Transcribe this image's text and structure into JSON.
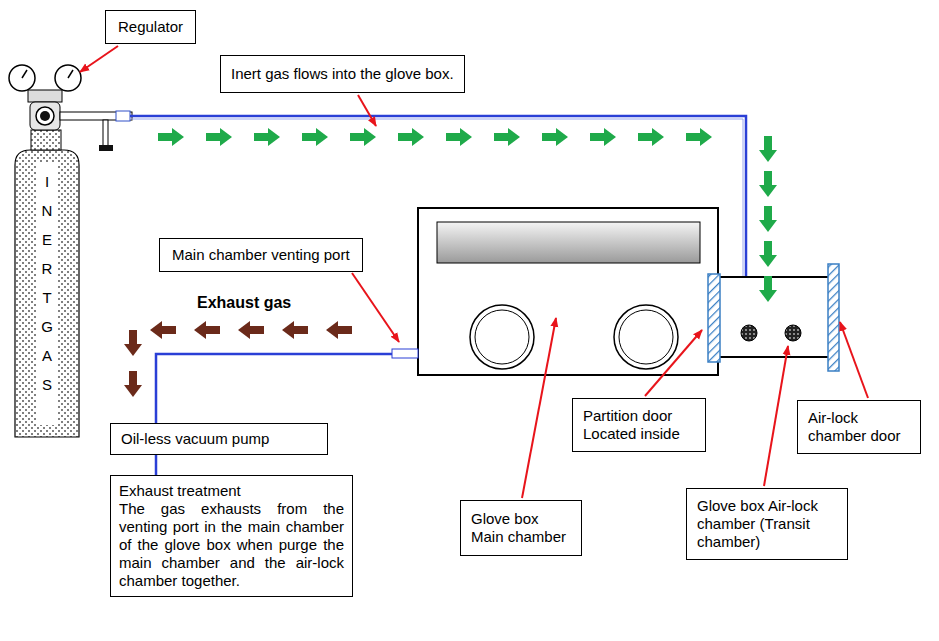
{
  "diagram": {
    "nodes": [
      {
        "text": [
          "Regulator"
        ]
      },
      {
        "text": [
          "Inert gas flows into the glove box."
        ]
      },
      {
        "text": [
          "I N E R T G A S"
        ]
      },
      {
        "text": [
          "Main chamber venting port"
        ]
      },
      {
        "text": [
          "Oil-less vacuum pump"
        ]
      },
      {
        "text": [
          "Exhaust treatment",
          "The gas exhausts from the venting port in the main chamber of the glove box when purge the main chamber and the air-lock chamber together."
        ]
      },
      {
        "text": [
          "Glove box Main chamber"
        ]
      },
      {
        "text": [
          "Partition door Located inside"
        ]
      },
      {
        "text": [
          "Air-lock chamber door"
        ]
      },
      {
        "text": [
          "Glove box Air-lock chamber (Transit chamber)"
        ]
      }
    ],
    "edges": [
      {
        "from": 4,
        "to": 5,
        "arrow": "none"
      }
    ],
    "labels": [
      "Exhaust gas"
    ]
  }
}
